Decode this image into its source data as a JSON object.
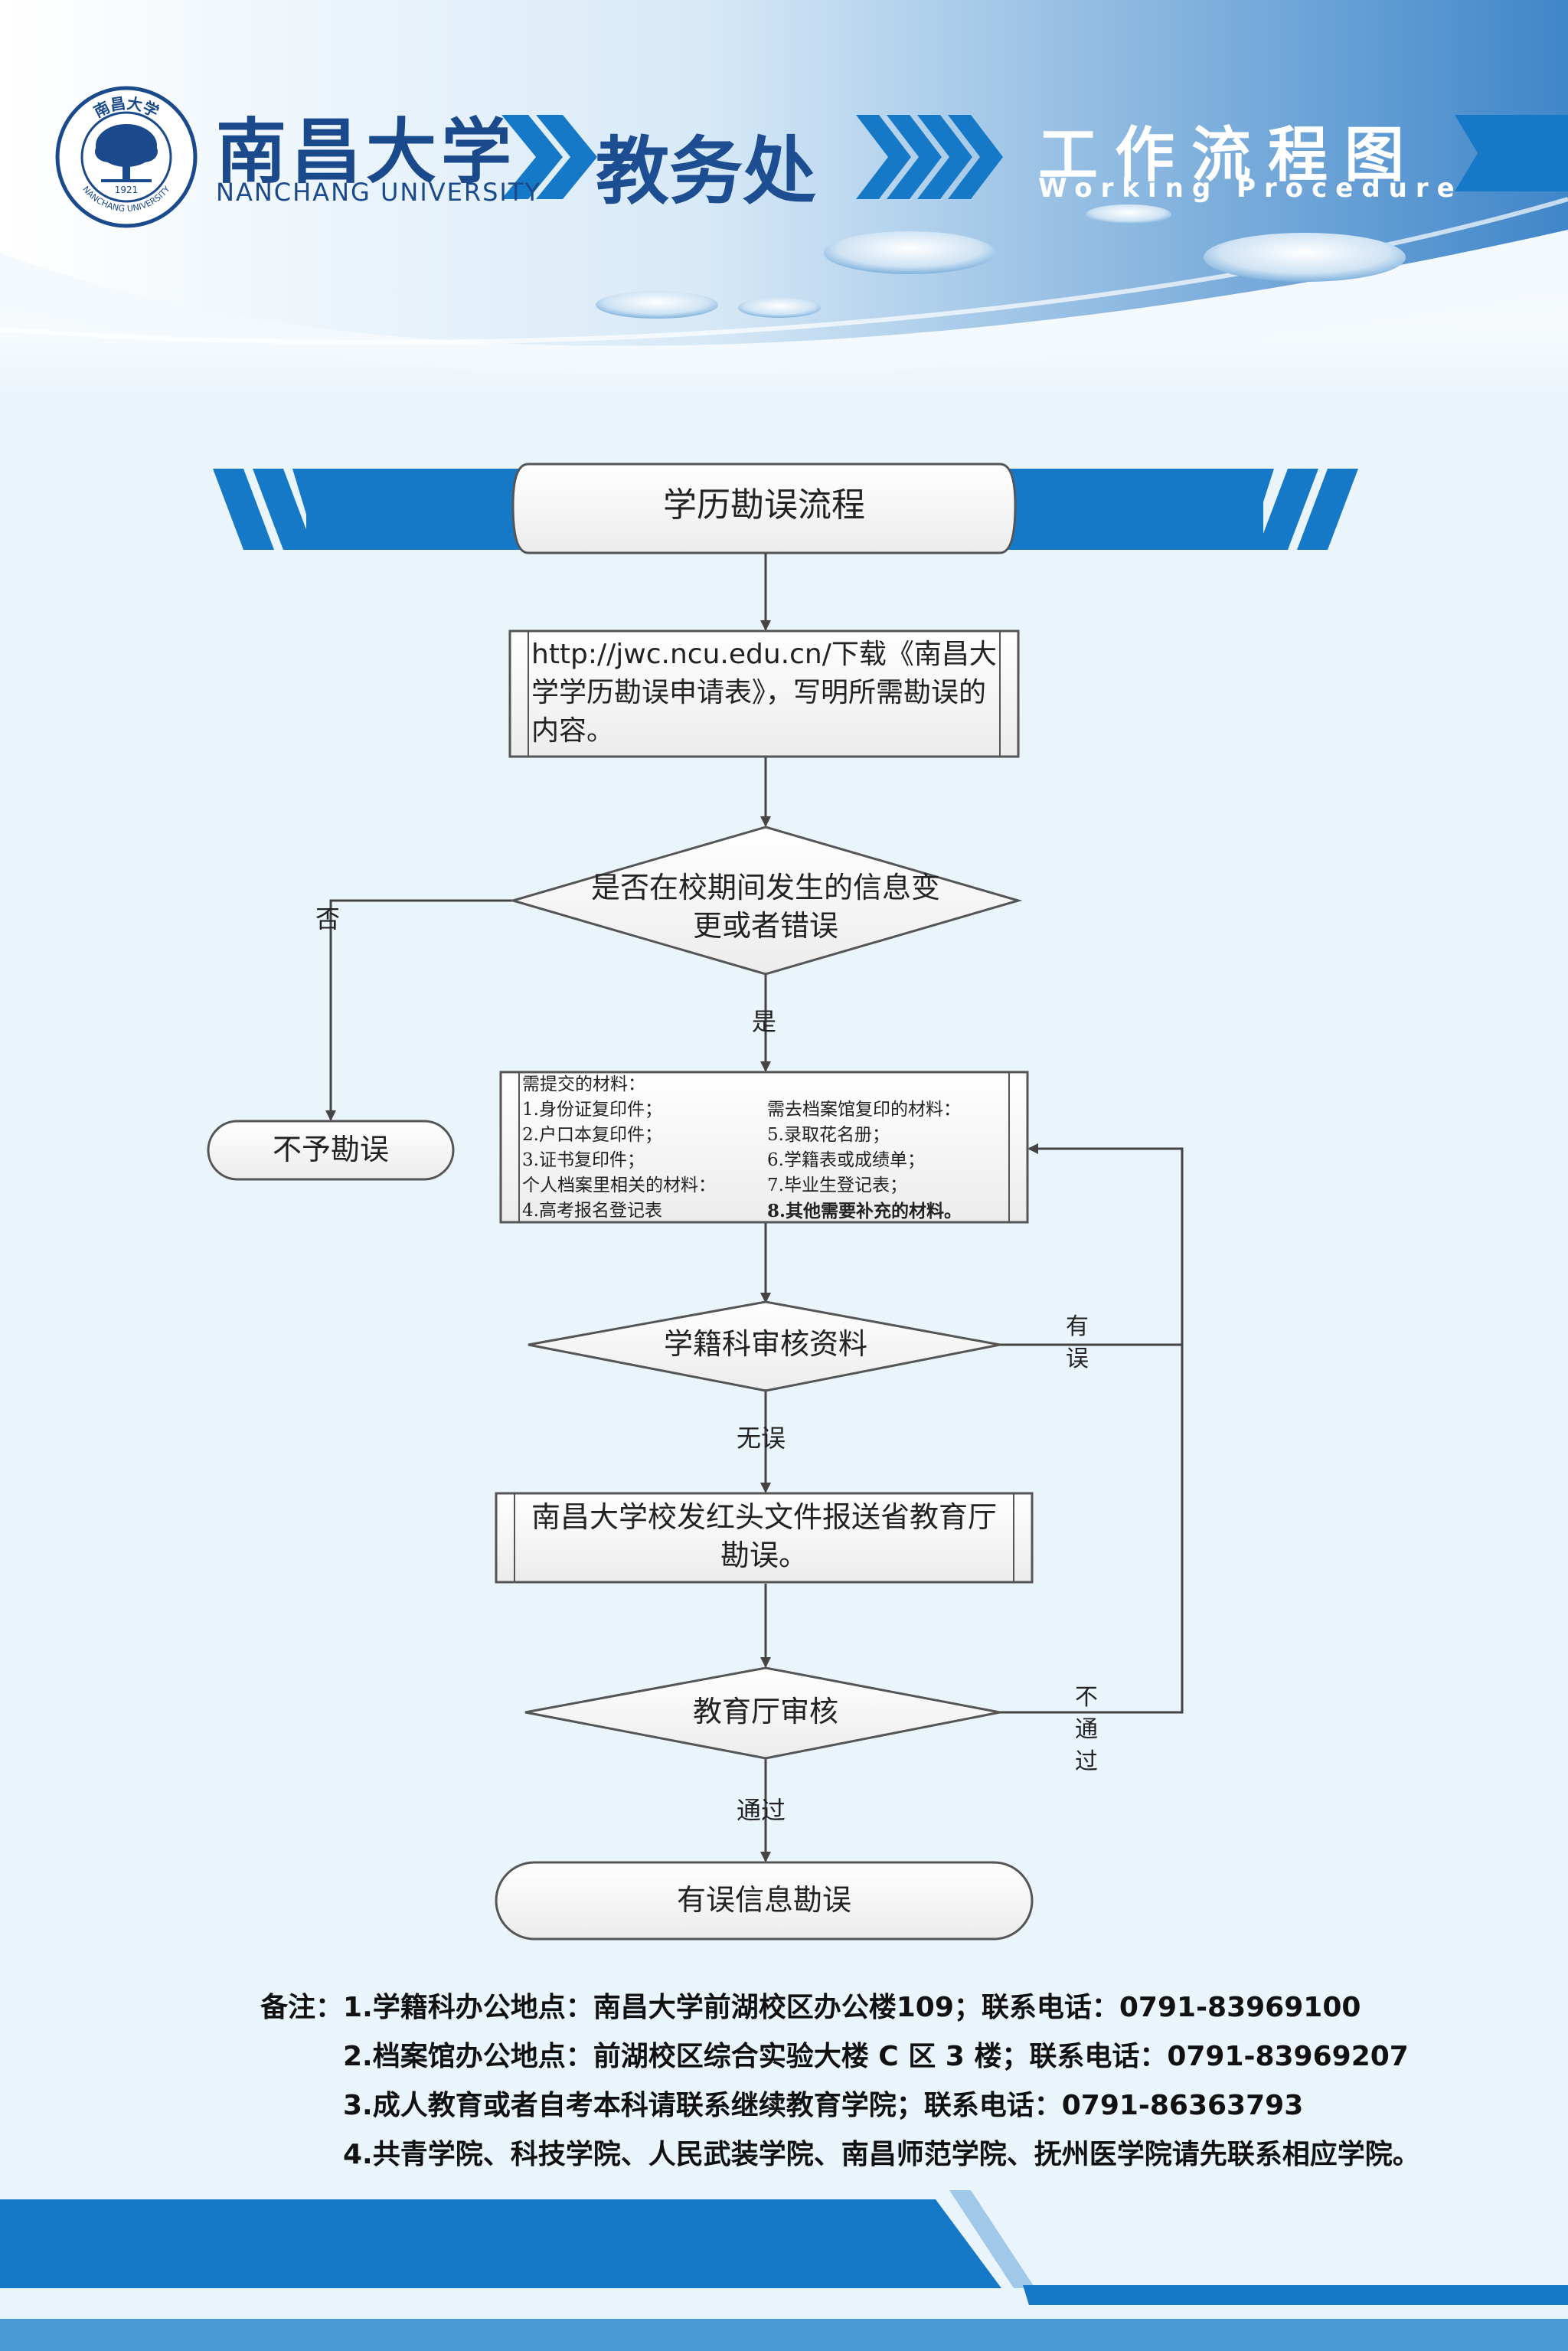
{
  "header": {
    "university_cn": "南昌大学",
    "university_en": "NANCHANG UNIVERSITY",
    "seal_text_top": "南昌大学",
    "seal_text_bottom": "NANCHANG UNIVERSITY",
    "seal_year": "1921",
    "department": "教务处",
    "title_cn": "工作流程图",
    "title_en": "Working Procedure"
  },
  "flow": {
    "title": "学历勘误流程",
    "step_download": "http://jwc.ncu.edu.cn/下载《南昌大学学历勘误申请表》，写明所需勘误的内容。",
    "decision_change": "是否在校期间发生的信息变更或者错误",
    "label_no": "否",
    "label_yes": "是",
    "end_reject": "不予勘误",
    "materials": {
      "left_heading": "需提交的材料：",
      "left_items": [
        "1.身份证复印件；",
        "2.户口本复印件；",
        "3.证书复印件；",
        "个人档案里相关的材料：",
        "4.高考报名登记表"
      ],
      "right_heading": "需去档案馆复印的材料：",
      "right_items": [
        "5.录取花名册；",
        "6.学籍表或成绩单；",
        "7.毕业生登记表；",
        "8.其他需要补充的材料。"
      ]
    },
    "decision_review": "学籍科审核资料",
    "label_error": "有误",
    "label_noerror": "无误",
    "step_report": "南昌大学校发红头文件报送省教育厅勘误。",
    "decision_province": "教育厅审核",
    "label_fail": "不通过",
    "label_pass": "通过",
    "end_correct": "有误信息勘误"
  },
  "notes": {
    "prefix": "备注：",
    "items": [
      "1.学籍科办公地点：南昌大学前湖校区办公楼109；联系电话：0791-83969100",
      "2.档案馆办公地点：前湖校区综合实验大楼 C 区 3 楼；联系电话：0791-83969207",
      "3.成人教育或者自考本科请联系继续教育学院；联系电话：0791-86363793",
      "4.共青学院、科技学院、人民武装学院、南昌师范学院、抚州医学院请先联系相应学院。"
    ]
  },
  "colors": {
    "brand_blue": "#1a4a8c",
    "accent_blue": "#1679c8",
    "light_bg": "#eaf4fb",
    "box_fill": "#f7f7f7",
    "line": "#444444"
  }
}
